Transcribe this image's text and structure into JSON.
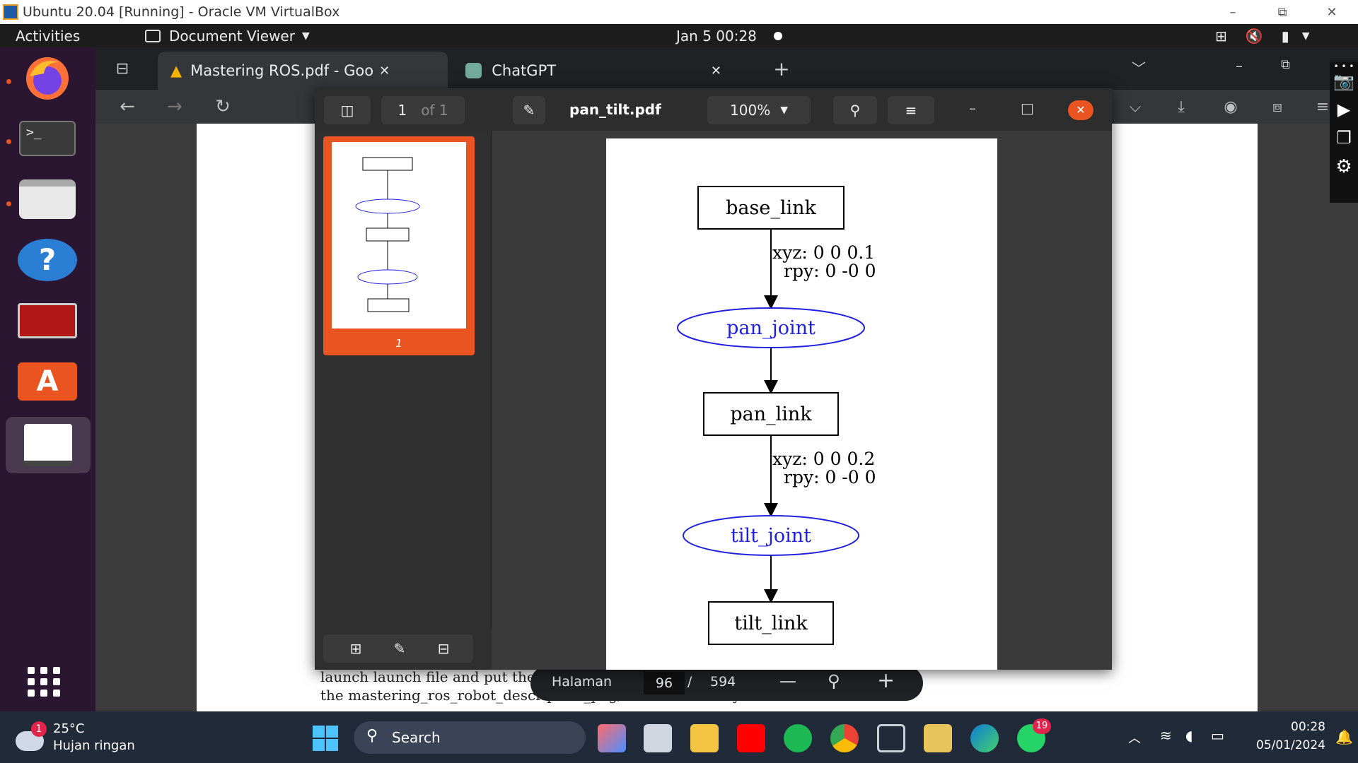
{
  "host_window": {
    "title": "Ubuntu 20.04 [Running] - Oracle VM VirtualBox",
    "minimize": "–",
    "restore": "⧉",
    "close": "✕"
  },
  "gnome": {
    "activities": "Activities",
    "app_menu": "Document Viewer",
    "clock": "Jan 5  00:28",
    "dock_icons": [
      "firefox-icon",
      "terminal-icon",
      "files-icon",
      "help-icon",
      "workspaces-icon",
      "software-icon",
      "document-viewer-icon",
      "app-grid-icon"
    ]
  },
  "chrome": {
    "tabs": [
      {
        "label": "Mastering ROS.pdf - Goo"
      },
      {
        "label": "ChatGPT"
      }
    ],
    "tab_close": "✕",
    "new_tab": "+",
    "page_text_line1": "launch launch file and put the following code into the launch folder. Navigate to",
    "page_text_line2": "the mastering_ros_robot_description_pkg/launch directory for the code:",
    "pdf_toolbar": {
      "label": "Halaman",
      "page": "96",
      "separator": "/",
      "total": "594",
      "zoom_out": "—",
      "zoom_in": "+"
    }
  },
  "viewer": {
    "page_current": "1",
    "page_of": "of 1",
    "filename": "pan_tilt.pdf",
    "zoom": "100%",
    "thumbnail_page_label": "1"
  },
  "diagram": {
    "nodes": [
      {
        "id": "base_link",
        "label": "base_link",
        "shape": "box"
      },
      {
        "id": "pan_joint",
        "label": "pan_joint",
        "shape": "ellipse",
        "color": "#2020e0"
      },
      {
        "id": "pan_link",
        "label": "pan_link",
        "shape": "box"
      },
      {
        "id": "tilt_joint",
        "label": "tilt_joint",
        "shape": "ellipse",
        "color": "#2020e0"
      },
      {
        "id": "tilt_link",
        "label": "tilt_link",
        "shape": "box"
      }
    ],
    "edges": [
      {
        "from": "base_link",
        "to": "pan_joint",
        "label1": "xyz: 0 0 0.1",
        "label2": "rpy: 0 -0 0"
      },
      {
        "from": "pan_joint",
        "to": "pan_link"
      },
      {
        "from": "pan_link",
        "to": "tilt_joint",
        "label1": "xyz: 0 0 0.2",
        "label2": "rpy: 0 -0 0"
      },
      {
        "from": "tilt_joint",
        "to": "tilt_link"
      }
    ]
  },
  "taskbar": {
    "weather_temp": "25°C",
    "weather_desc": "Hujan ringan",
    "weather_badge": "1",
    "search": "Search",
    "whatsapp_badge": "19",
    "time": "00:28",
    "date": "05/01/2024"
  }
}
